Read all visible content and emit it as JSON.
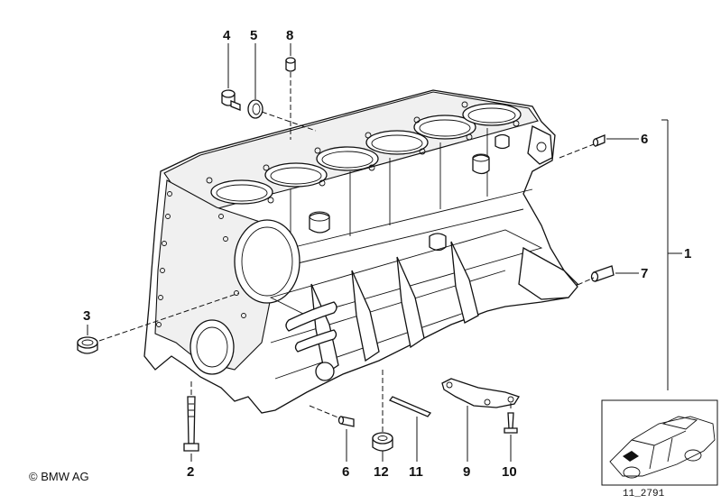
{
  "diagram": {
    "callouts": {
      "c1": "1",
      "c2": "2",
      "c3": "3",
      "c4": "4",
      "c5": "5",
      "c6a": "6",
      "c6b": "6",
      "c7": "7",
      "c8": "8",
      "c9": "9",
      "c10": "10",
      "c11": "11",
      "c12": "12"
    },
    "copyright": "© BMW AG",
    "reference_code": "11_2791"
  }
}
